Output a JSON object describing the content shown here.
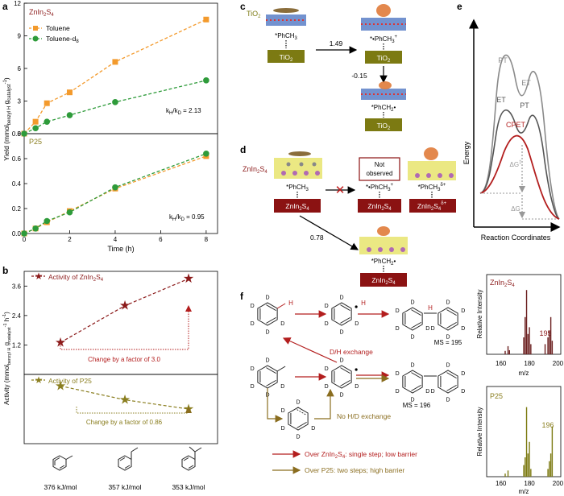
{
  "panel_labels": {
    "a": "a",
    "b": "b",
    "c": "c",
    "d": "d",
    "e": "e",
    "f": "f"
  },
  "colors": {
    "orange": "#f39a2c",
    "green": "#2e9b3a",
    "darkred": "#8b1a1a",
    "olive": "#8a7e1f",
    "tio2": "#7c7a12",
    "zis": "#8b1212",
    "gray": "#888888"
  },
  "panel_a": {
    "ylabel": "Yield (mmol",
    "ylabel_sub1": "benzyl H",
    "ylabel_mid": " g",
    "ylabel_sub2": "catalyst",
    "ylabel_sup": "-1",
    "ylabel_end": ")",
    "xlabel": "Time (h)",
    "top": {
      "tag": "ZnIn",
      "tag_sub1": "2",
      "tag_mid": "S",
      "tag_sub2": "4",
      "legend_toluene": "Toluene",
      "legend_toluene_d8": "Toluene-d",
      "legend_d8_sub": "8",
      "kh_kd": "k",
      "kh_sub": "H",
      "kd_mid": "/k",
      "kd_sub": "D",
      "ratio_value": " = 2.13"
    },
    "bottom": {
      "tag": "P25",
      "kh_kd": "k",
      "kh_sub": "H",
      "kd_mid": "/k",
      "kd_sub": "D",
      "ratio_value": " = 0.95"
    },
    "x_ticks": [
      "0",
      "2",
      "4",
      "6",
      "8"
    ],
    "top_y_ticks": [
      "0",
      "3",
      "6",
      "9",
      "12"
    ],
    "bottom_y_ticks": [
      "0.0",
      "0.2",
      "0.4",
      "0.6",
      "0.8"
    ]
  },
  "chart_data": [
    {
      "type": "line",
      "panel": "a-top",
      "xlabel": "Time (h)",
      "xlim": [
        0,
        8.5
      ],
      "ylim": [
        0,
        12
      ],
      "series": [
        {
          "name": "Toluene",
          "x": [
            0,
            0.5,
            1,
            2,
            4,
            8
          ],
          "y": [
            0,
            1.1,
            2.8,
            3.8,
            6.6,
            10.5
          ],
          "color": "#f39a2c",
          "marker": "square"
        },
        {
          "name": "Toluene-d8",
          "x": [
            0,
            0.5,
            1,
            2,
            4,
            8
          ],
          "y": [
            0,
            0.5,
            1.1,
            1.7,
            2.9,
            4.9
          ],
          "color": "#2e9b3a",
          "marker": "circle"
        }
      ]
    },
    {
      "type": "line",
      "panel": "a-bottom",
      "xlabel": "Time (h)",
      "xlim": [
        0,
        8.5
      ],
      "ylim": [
        0,
        0.8
      ],
      "series": [
        {
          "x": [
            0,
            0.5,
            1,
            2,
            4,
            8
          ],
          "y": [
            0,
            0.04,
            0.09,
            0.18,
            0.36,
            0.62
          ],
          "color": "#f39a2c",
          "marker": "square"
        },
        {
          "x": [
            0,
            0.5,
            1,
            2,
            4,
            8
          ],
          "y": [
            0,
            0.04,
            0.1,
            0.17,
            0.37,
            0.64
          ],
          "color": "#2e9b3a",
          "marker": "circle"
        }
      ]
    },
    {
      "type": "line",
      "panel": "b",
      "ylim_top": [
        0,
        4.2
      ],
      "y_ticks_top": [
        "1.2",
        "2.4",
        "3.6"
      ],
      "categories": [
        "376 kJ/mol",
        "357 kJ/mol",
        "353 kJ/mol"
      ],
      "series": [
        {
          "name": "Activity of ZnIn2S4",
          "values": [
            1.3,
            2.8,
            3.9
          ],
          "color": "#8b1a1a"
        },
        {
          "name": "Activity of P25",
          "values": [
            0.25,
            0.19,
            0.15
          ],
          "color": "#8a7e1f"
        }
      ]
    }
  ],
  "panel_b": {
    "ylabel": "Activity (mmol",
    "ylabel_sub1": "benzyl H",
    "ylabel_mid": " g",
    "ylabel_sub2": "catalyst",
    "ylabel_sup": "-1",
    "ylabel_mid2": " h",
    "ylabel_sup2": "-1",
    "ylabel_end": ")",
    "legend_zis": "Activity of ZnIn",
    "legend_zis_sub1": "2",
    "legend_zis_mid": "S",
    "legend_zis_sub2": "4",
    "legend_p25": "Activity of P25",
    "change_zis": "Change by a factor of 3.0",
    "change_p25": "Change by a factor of 0.86",
    "y_ticks": [
      "1.2",
      "2.4",
      "3.6"
    ],
    "energies": [
      "376 kJ/mol",
      "357 kJ/mol",
      "353 kJ/mol"
    ]
  },
  "panel_c": {
    "title": "TiO",
    "title_sub": "2",
    "label_tio2": "TiO",
    "label_tio2_sub": "2",
    "phch3": "*PhCH",
    "phch3_sub": "3",
    "phch3_plus": "*•PhCH",
    "phch3_plus_sub": "3",
    "phch3_plus_sup": "+",
    "phch2": "*PhCH",
    "phch2_sub": "2",
    "phch2_sup": "•",
    "energy1": "1.49",
    "energy2": "-0.15"
  },
  "panel_d": {
    "title": "ZnIn",
    "title_sub1": "2",
    "title_mid": "S",
    "title_sub2": "4",
    "zis": "ZnIn",
    "zis_sub1": "2",
    "zis_mid": "S",
    "zis_sub2": "4",
    "zis_delta_sup": "δ+",
    "not_observed_1": "Not",
    "not_observed_2": "observed",
    "phch3": "*PhCH",
    "phch3_sub": "3",
    "phch3_plus": "*•PhCH",
    "phch3_plus_sub": "3",
    "phch3_plus_sup": "+",
    "phch3_delta": "*PhCH",
    "phch3_delta_sub": "3",
    "phch3_delta_sup": "δ+",
    "phch2": "*PhCH",
    "phch2_sub": "2",
    "phch2_sup": "•",
    "energy": "0.78"
  },
  "panel_e": {
    "ylabel": "Energy",
    "xlabel": "Reaction Coordinates",
    "pt1": "PT",
    "et1": "ET",
    "et2": "ET",
    "pt2": "PT",
    "cpet": "CPET",
    "dg_ts": "ΔG",
    "dg_ts_sup": "‡",
    "dg": "ΔG"
  },
  "panel_f": {
    "ms195": "MS = 195",
    "ms196": "MS = 196",
    "dh_exchange": "D/H exchange",
    "no_hd_exchange": "No H/D exchange",
    "legend_zis": "Over ZnIn",
    "legend_zis_sub1": "2",
    "legend_zis_mid": "S",
    "legend_zis_sub2": "4",
    "legend_zis_end": ": single step; low barrier",
    "legend_p25": "Over P25: two steps; high barrier",
    "atom_d": "D",
    "atom_h": "H",
    "ms_zis_tag": "ZnIn",
    "ms_zis_sub1": "2",
    "ms_zis_mid": "S",
    "ms_zis_sub2": "4",
    "ms_zis_peak": "195",
    "ms_p25_tag": "P25",
    "ms_p25_peak": "196",
    "ms_ylabel": "Relative Intensity",
    "ms_xlabel": "m/z",
    "ms_ticks": [
      "160",
      "180",
      "200"
    ]
  }
}
